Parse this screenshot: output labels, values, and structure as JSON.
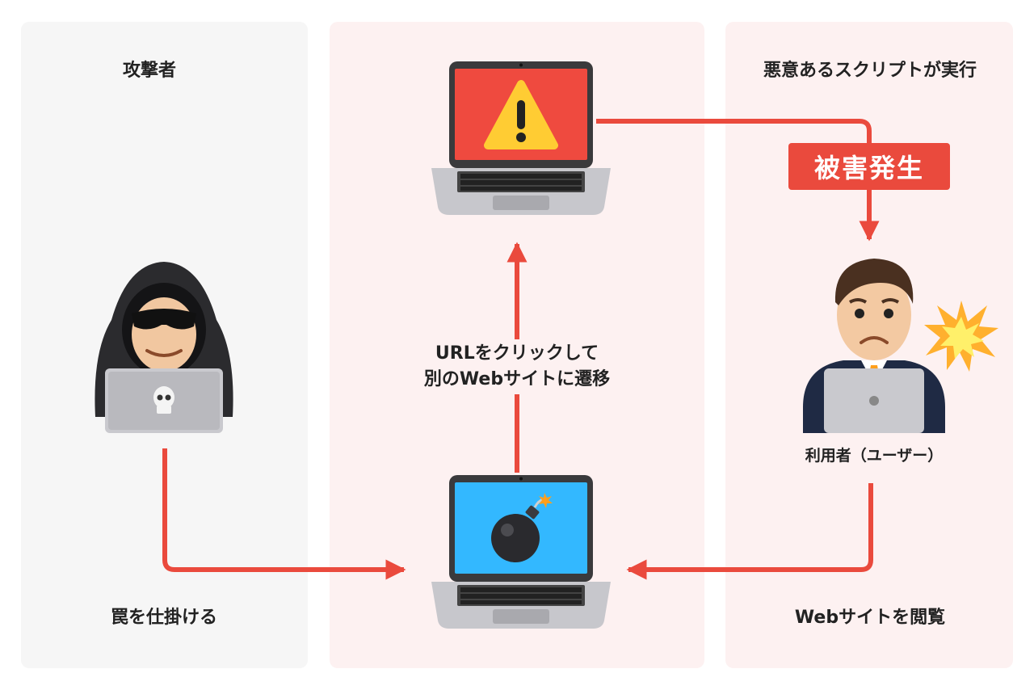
{
  "labels": {
    "attacker": "攻撃者",
    "set_trap": "罠を仕掛ける",
    "script_run": "悪意あるスクリプトが実行",
    "browse_site": "Webサイトを閲覧",
    "user": "利用者（ユーザー）",
    "transition_line1": "URLをクリックして",
    "transition_line2": "別のWebサイトに遷移",
    "damage": "被害発生"
  },
  "colors": {
    "arrow": "#ea4a3d",
    "panel_left": "#f6f6f6",
    "panel_tinted": "#fdf1f1",
    "alert_screen": "#ef4a3f",
    "bomb_screen": "#33b8ff"
  },
  "icons": {
    "attacker": "hooded-hacker-icon",
    "malicious_site": "bomb-laptop-icon",
    "hijacked_site": "warning-laptop-icon",
    "user": "worried-user-icon",
    "explosion": "explosion-icon"
  }
}
